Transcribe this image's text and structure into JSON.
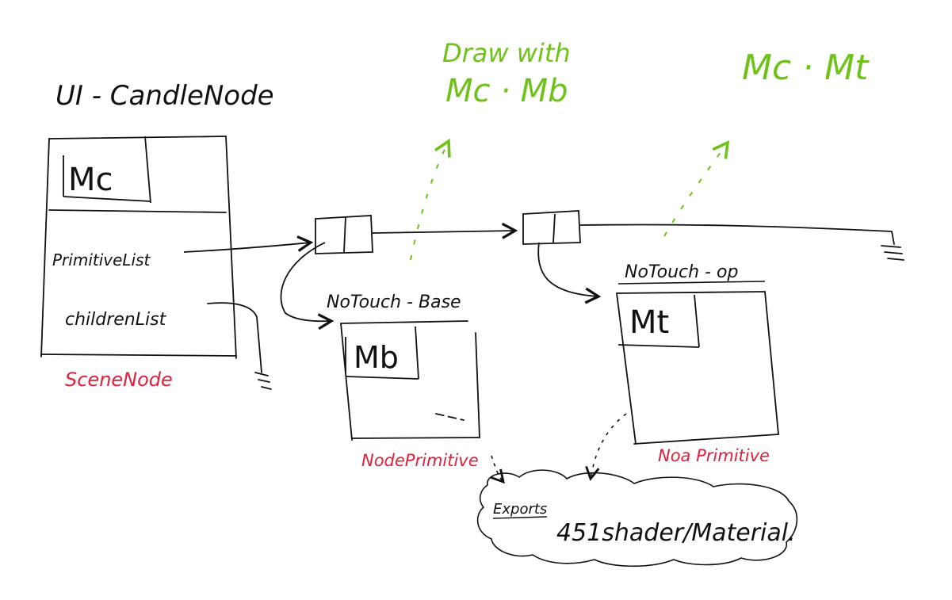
{
  "colors": {
    "ink": "#111111",
    "label_red": "#e0203a",
    "note_green": "#6fc21a"
  },
  "labels": {
    "ui_candle_node": "UI - CandleNode",
    "scene_node": "SceneNode",
    "m_c_box": "Mc",
    "primitive_list": "PrimitiveList",
    "children_list": "childrenList",
    "notouch_base": "NoTouch - Base",
    "m_b_box": "Mb",
    "node_primitive": "NodePrimitive",
    "notouch_op": "NoTouch - op",
    "m_t_box": "Mt",
    "noa_primitive": "Noa Primitive",
    "exports": "Exports",
    "shader_material": "451shader/Material."
  },
  "notes": {
    "draw_with": "Draw with",
    "mc_mb": "Mc · Mb",
    "mc_mt": "Mc · Mt"
  }
}
